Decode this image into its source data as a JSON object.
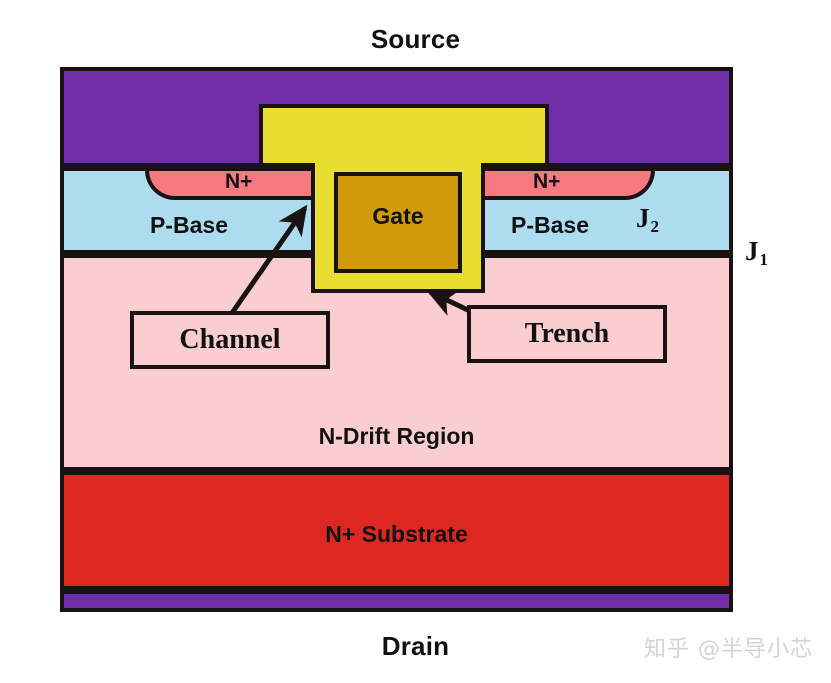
{
  "diagram": {
    "title_top": "Source",
    "title_bottom": "Drain",
    "regions": {
      "source_metal": "",
      "nplus_left": "N+",
      "nplus_right": "N+",
      "pbase_left": "P-Base",
      "pbase_right": "P-Base",
      "gate": "Gate",
      "ndrift": "N-Drift Region",
      "nsubstrate": "N+ Substrate",
      "drain_metal": ""
    },
    "junctions": {
      "j1_letter": "J",
      "j1_sub": "1",
      "j2_letter": "J",
      "j2_sub": "2"
    },
    "callouts": {
      "channel": "Channel",
      "trench": "Trench"
    },
    "watermark": "知乎 @半导小芯",
    "colors": {
      "metal_purple": "#702FA8",
      "nplus_salmon": "#F5797E",
      "pbase_blue": "#ADDCEF",
      "ndrift_pink": "#FACDD0",
      "substrate_red": "#DD2821",
      "oxide_yellow": "#E8DE32",
      "gate_gold": "#D09A0A",
      "outline_black": "#1a1113",
      "watermark_gray": "#d3d3d3"
    }
  }
}
